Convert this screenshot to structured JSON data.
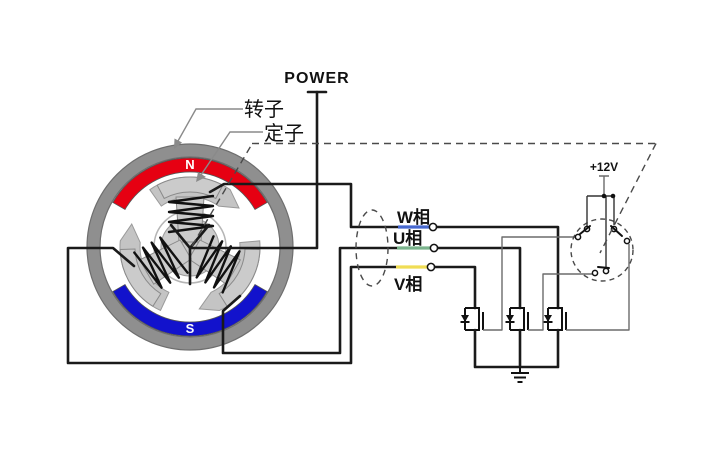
{
  "diagram": {
    "labels": {
      "power": "POWER",
      "rotor": "转子",
      "stator": "定子",
      "phase_w": "W相",
      "phase_u": "U相",
      "phase_v": "V相",
      "supply": "+12V",
      "magnet_n": "N",
      "magnet_s": "S"
    },
    "colors": {
      "magnet_n": "#e60012",
      "magnet_s": "#1212cc",
      "phase_w": "#4668cf",
      "phase_u": "#7ab38c",
      "phase_v": "#f0dd55",
      "rotor_ring": "#8f8f8f",
      "stator_body": "#cbcbcb",
      "rotor_arrow": "#c4c4c4"
    }
  }
}
